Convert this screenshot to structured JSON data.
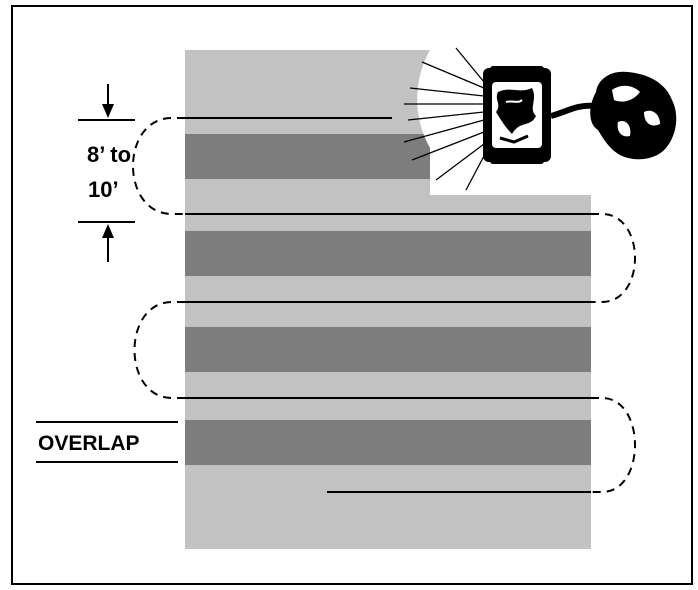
{
  "labels": {
    "spacing_line1": "8’ to",
    "spacing_line2": "10’",
    "overlap": "OVERLAP"
  },
  "colors": {
    "frame": "#000000",
    "background": "#ffffff",
    "light_strip": "#c2c2c2",
    "dark_overlap": "#7d7d7d",
    "path": "#000000",
    "illumination": "#ffffff"
  },
  "icons": {
    "light": "spotlight-icon",
    "operator": "handheld-spreader-icon"
  }
}
